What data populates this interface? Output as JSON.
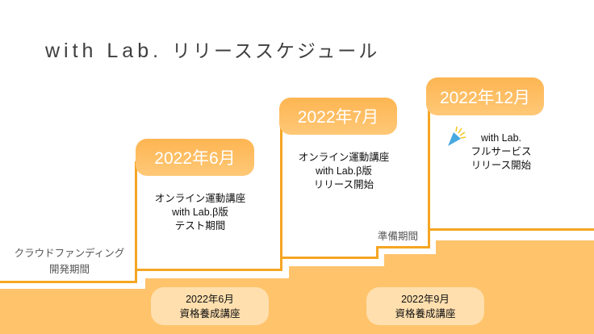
{
  "title": {
    "brand": "with Lab.",
    "rest": "リリーススケジュール"
  },
  "milestones": [
    {
      "date": "2022年6月",
      "lines": [
        "オンライン運動講座",
        "with Lab.β版",
        "テスト期間"
      ]
    },
    {
      "date": "2022年7月",
      "lines": [
        "オンライン運動講座",
        "with Lab.β版",
        "リリース開始"
      ]
    },
    {
      "date": "2022年12月",
      "lines": [
        "with Lab.",
        "フルサービス",
        "リリース開始"
      ]
    }
  ],
  "phases": {
    "crowdfunding": [
      "クラウドファンディング",
      "開発期間"
    ],
    "prep": "準備期間"
  },
  "courses": [
    {
      "date": "2022年6月",
      "label": "資格養成講座"
    },
    {
      "date": "2022年9月",
      "label": "資格養成講座"
    }
  ],
  "colors": {
    "accent": "#F5A623",
    "fill": "#FFC36B",
    "pill": "#FFDFAE"
  }
}
